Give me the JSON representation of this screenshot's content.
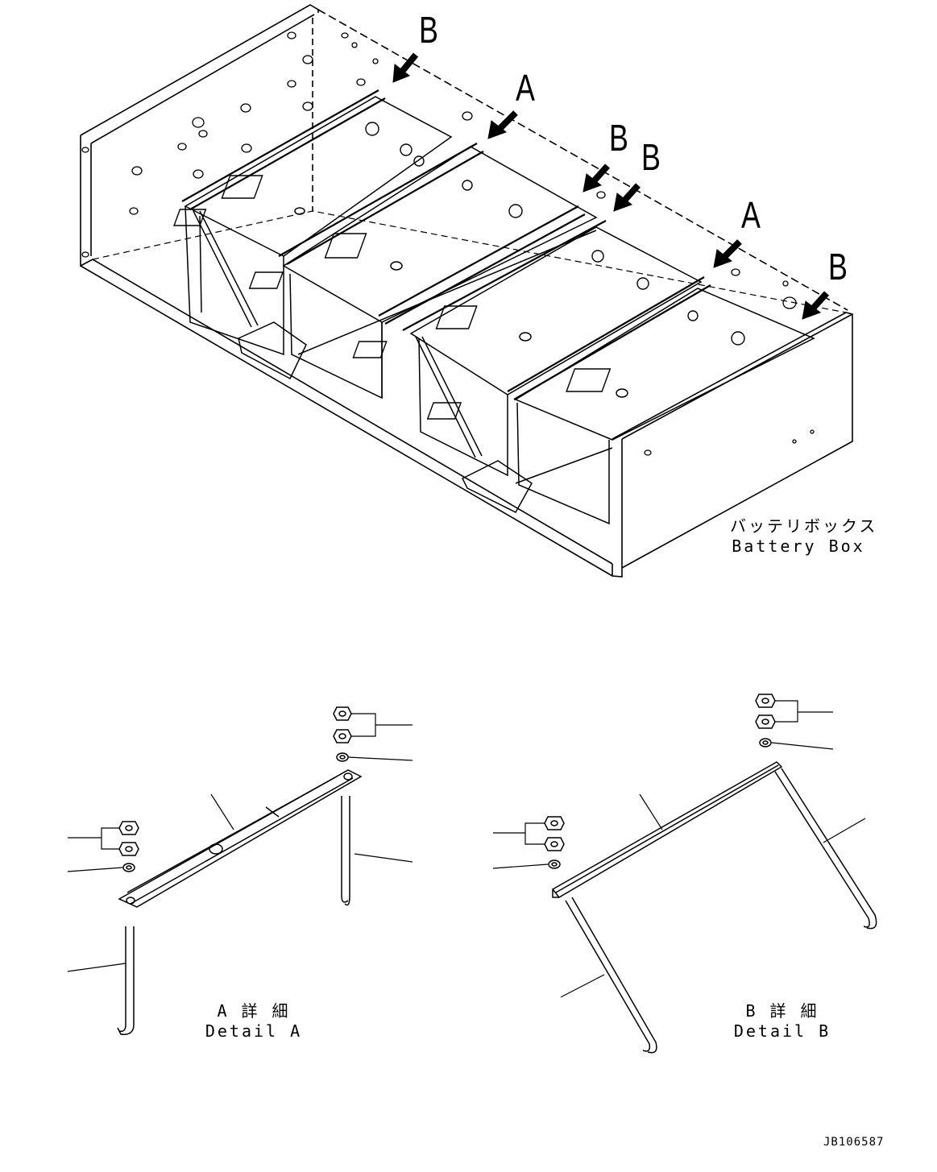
{
  "callouts": {
    "b1": "B",
    "a1": "A",
    "b2": "B",
    "b3": "B",
    "a2": "A",
    "b4": "B"
  },
  "battery_box": {
    "label_jp": "バッテリボックス",
    "label_en": "Battery Box"
  },
  "detail_a": {
    "label_jp": "A 詳 細",
    "label_en": "Detail A"
  },
  "detail_b": {
    "label_jp": "B 詳 細",
    "label_en": "Detail B"
  },
  "drawing_id": "JB106587",
  "colors": {
    "line": "#000000",
    "background": "#ffffff"
  }
}
